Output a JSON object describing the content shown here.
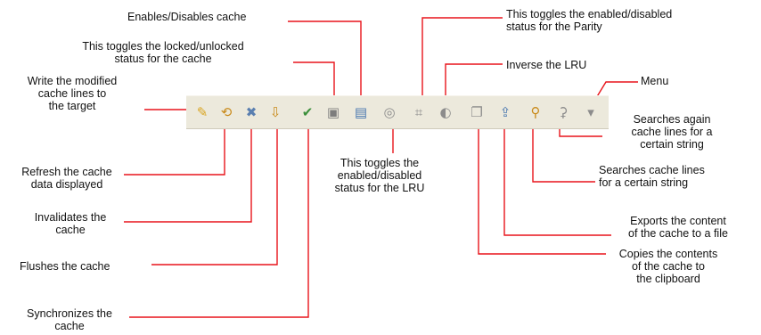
{
  "labels": {
    "write": [
      "Write the modified",
      "cache lines to",
      "the target"
    ],
    "refresh": [
      "Refresh the cache",
      "data displayed"
    ],
    "invalidate": [
      "Invalidates the",
      "cache"
    ],
    "flush": [
      "Flushes the cache"
    ],
    "synchronize": [
      "Synchronizes the",
      "cache"
    ],
    "enable": [
      "Enables/Disables cache"
    ],
    "lock": [
      "This toggles the locked/unlocked",
      "status for the cache"
    ],
    "lru_toggle": [
      "This toggles the",
      "enabled/disabled",
      "status for the LRU"
    ],
    "parity": [
      "This toggles the enabled/disabled",
      "status for the Parity"
    ],
    "inverse_lru": [
      "Inverse the LRU"
    ],
    "menu": [
      "Menu"
    ],
    "search_again": [
      "Searches again",
      "cache lines for a",
      "certain string"
    ],
    "search": [
      "Searches cache lines",
      "for a certain string"
    ],
    "export": [
      "Exports the content",
      "of the cache to a file"
    ],
    "copy": [
      "Copies the contents",
      "of the cache to",
      "the clipboard"
    ]
  },
  "toolbar_icons": [
    {
      "name": "pencil-icon",
      "glyph": "✎",
      "color": "#d9a521"
    },
    {
      "name": "refresh-icon",
      "glyph": "⟲",
      "color": "#c98a1a"
    },
    {
      "name": "invalidate-icon",
      "glyph": "✖",
      "color": "#5a7fb0"
    },
    {
      "name": "flush-icon",
      "glyph": "⇩",
      "color": "#c98a1a"
    },
    {
      "name": "synchronize-icon",
      "glyph": "✔",
      "color": "#3b8f3b"
    },
    {
      "name": "lock-cache-icon",
      "glyph": "▣",
      "color": "#7d7d7d"
    },
    {
      "name": "enable-cache-icon",
      "glyph": "▤",
      "color": "#4a78b0"
    },
    {
      "name": "lru-toggle-icon",
      "glyph": "◎",
      "color": "#8c8c8c"
    },
    {
      "name": "parity-icon",
      "glyph": "⌗",
      "color": "#8c8c8c"
    },
    {
      "name": "inverse-lru-icon",
      "glyph": "◐",
      "color": "#8c8c8c"
    },
    {
      "name": "copy-icon",
      "glyph": "❐",
      "color": "#8c8c8c"
    },
    {
      "name": "export-icon",
      "glyph": "⇪",
      "color": "#4a78b0"
    },
    {
      "name": "search-icon",
      "glyph": "⚲",
      "color": "#c98a1a"
    },
    {
      "name": "search-again-icon",
      "glyph": "⚳",
      "color": "#8c8c8c"
    },
    {
      "name": "menu-icon",
      "glyph": "▾",
      "color": "#8c8c8c"
    }
  ],
  "colors": {
    "callout_line": "#e8141b",
    "toolbar_bg": "#ece9dc"
  }
}
